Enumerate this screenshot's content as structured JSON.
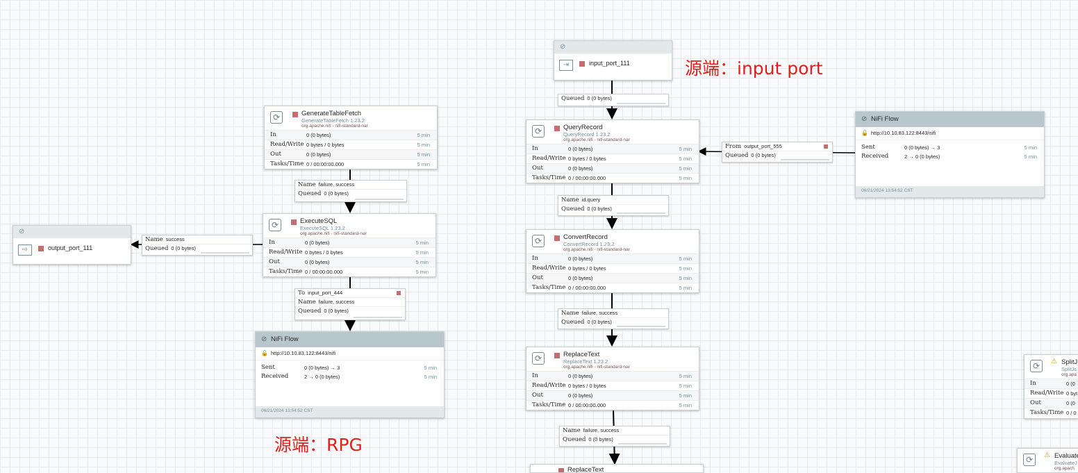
{
  "processors": {
    "generate_table_fetch": {
      "name": "GenerateTableFetch",
      "type": "GenerateTableFetch 1.23.2",
      "bundle": "org.apache.nifi - nifi-standard-nar",
      "in": "0 (0 bytes)",
      "read_write": "0 bytes / 0 bytes",
      "out": "0 (0 bytes)",
      "tasks_time": "0 / 00:00:00.000"
    },
    "execute_sql": {
      "name": "ExecuteSQL",
      "type": "ExecuteSQL 1.23.2",
      "bundle": "org.apache.nifi - nifi-standard-nar",
      "in": "0 (0 bytes)",
      "read_write": "0 bytes / 0 bytes",
      "out": "0 (0 bytes)",
      "tasks_time": "0 / 00:00:00.000"
    },
    "query_record": {
      "name": "QueryRecord",
      "type": "QueryRecord 1.23.2",
      "bundle": "org.apache.nifi - nifi-standard-nar",
      "in": "0 (0 bytes)",
      "read_write": "0 bytes / 0 bytes",
      "out": "0 (0 bytes)",
      "tasks_time": "0 / 00:00:00.000"
    },
    "convert_record": {
      "name": "ConvertRecord",
      "type": "ConvertRecord 1.23.2",
      "bundle": "org.apache.nifi - nifi-standard-nar",
      "in": "0 (0 bytes)",
      "read_write": "0 bytes / 0 bytes",
      "out": "0 (0 bytes)",
      "tasks_time": "0 / 00:00:00.000"
    },
    "replace_text": {
      "name": "ReplaceText",
      "type": "ReplaceText 1.23.2",
      "bundle": "org.apache.nifi - nifi-standard-nar",
      "in": "0 (0 bytes)",
      "read_write": "0 bytes / 0 bytes",
      "out": "0 (0 bytes)",
      "tasks_time": "0 / 00:00:00.000"
    },
    "replace_text_2": {
      "name": "ReplaceText"
    },
    "split_json": {
      "name": "SplitJ",
      "type": "SplitJs",
      "bundle": "org.apa",
      "in": "0 (0",
      "read_write": "0 byt",
      "out": "0 (0",
      "tasks_time": "0 / 0"
    },
    "evaluate": {
      "name": "Evaluate",
      "type": "EvaluateJ",
      "bundle": "org.apach"
    }
  },
  "stat_labels": {
    "in": "In",
    "read_write": "Read/Write",
    "out": "Out",
    "tasks_time": "Tasks/Time",
    "window": "5 min"
  },
  "ports": {
    "output_port_111": "output_port_111",
    "input_port_111": "input_port_111"
  },
  "connections": {
    "gtf_exec": {
      "name_label": "Name",
      "name": "failure, success",
      "queued_label": "Queued",
      "queued": "0 (0 bytes)"
    },
    "exec_out": {
      "name_label": "Name",
      "name": "success",
      "queued_label": "Queued",
      "queued": "0 (0 bytes)"
    },
    "exec_rpg": {
      "to_label": "To",
      "to": "input_port_444",
      "name_label": "Name",
      "name": "failure, success",
      "queued_label": "Queued",
      "queued": "0 (0 bytes)"
    },
    "in_qr": {
      "queued_label": "Queued",
      "queued": "0 (0 bytes)"
    },
    "rpg_qr": {
      "from_label": "From",
      "from": "output_port_555",
      "queued_label": "Queued",
      "queued": "0 (0 bytes)"
    },
    "qr_cr": {
      "name_label": "Name",
      "name": "id.query",
      "queued_label": "Queued",
      "queued": "0 (0 bytes)"
    },
    "cr_rt": {
      "name_label": "Name",
      "name": "failure, success",
      "queued_label": "Queued",
      "queued": "0 (0 bytes)"
    },
    "rt_rt2": {
      "name_label": "Name",
      "name": "failure, success",
      "queued_label": "Queued",
      "queued": "0 (0 bytes)"
    }
  },
  "rpgs": {
    "rpg_left": {
      "title": "NiFi Flow",
      "url": "http://10.10.83.122:8443/nifi",
      "sent_label": "Sent",
      "sent": "0 (0 bytes) → 3",
      "received_label": "Received",
      "received": "2 → 0 (0 bytes)",
      "window": "5 min",
      "timestamp": "06/21/2024 13:54:52 CST"
    },
    "rpg_right": {
      "title": "NiFi Flow",
      "url": "http://10.10.83.122:8443/nifi",
      "sent_label": "Sent",
      "sent": "0 (0 bytes) → 3",
      "received_label": "Received",
      "received": "2 → 0 (0 bytes)",
      "window": "5 min",
      "timestamp": "06/21/2024 13:54:52 CST"
    }
  },
  "annotations": {
    "input_port": "源端：input port",
    "rpg": "源端：RPG"
  },
  "colors": {
    "stopped": "#c46f6f",
    "annotation": "#e0201a",
    "rpg_header": "#b8c6cd"
  }
}
